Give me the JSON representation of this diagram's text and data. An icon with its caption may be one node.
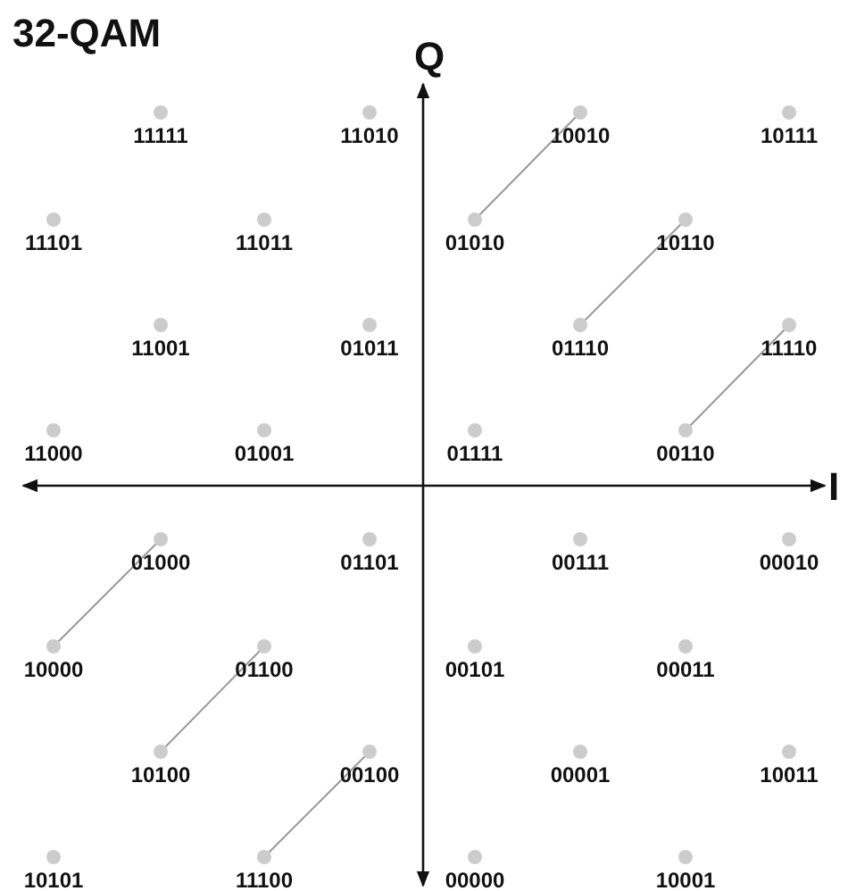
{
  "diagram": {
    "title": "32-QAM",
    "nodes": [
      {
        "text": [
          "11111"
        ]
      },
      {
        "text": [
          "11010"
        ]
      },
      {
        "text": [
          "10010"
        ]
      },
      {
        "text": [
          "10111"
        ]
      },
      {
        "text": [
          "11101"
        ]
      },
      {
        "text": [
          "11011"
        ]
      },
      {
        "text": [
          "01010"
        ]
      },
      {
        "text": [
          "10110"
        ]
      },
      {
        "text": [
          "11001"
        ]
      },
      {
        "text": [
          "01011"
        ]
      },
      {
        "text": [
          "01110"
        ]
      },
      {
        "text": [
          "11110"
        ]
      },
      {
        "text": [
          "11000"
        ]
      },
      {
        "text": [
          "01001"
        ]
      },
      {
        "text": [
          "01111"
        ]
      },
      {
        "text": [
          "00110"
        ]
      },
      {
        "text": [
          "01000"
        ]
      },
      {
        "text": [
          "01101"
        ]
      },
      {
        "text": [
          "00111"
        ]
      },
      {
        "text": [
          "00010"
        ]
      },
      {
        "text": [
          "10000"
        ]
      },
      {
        "text": [
          "01100"
        ]
      },
      {
        "text": [
          "00101"
        ]
      },
      {
        "text": [
          "00011"
        ]
      },
      {
        "text": [
          "10100"
        ]
      },
      {
        "text": [
          "00100"
        ]
      },
      {
        "text": [
          "00001"
        ]
      },
      {
        "text": [
          "10011"
        ]
      },
      {
        "text": [
          "10101"
        ]
      },
      {
        "text": [
          "11100"
        ]
      },
      {
        "text": [
          "00000"
        ]
      },
      {
        "text": [
          "10001"
        ]
      }
    ],
    "edges": [
      {
        "from": 6,
        "to": 2,
        "arrow": "none"
      },
      {
        "from": 10,
        "to": 7,
        "arrow": "none"
      },
      {
        "from": 15,
        "to": 11,
        "arrow": "none"
      },
      {
        "from": 20,
        "to": 16,
        "arrow": "none"
      },
      {
        "from": 24,
        "to": 21,
        "arrow": "none"
      },
      {
        "from": 29,
        "to": 25,
        "arrow": "none"
      }
    ],
    "labels": [
      "Q",
      "I"
    ]
  }
}
